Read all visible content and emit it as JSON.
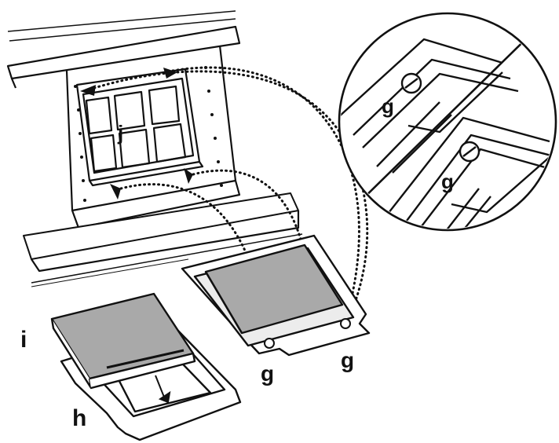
{
  "labels": {
    "filter_grid": "j",
    "clip_left": "g",
    "clip_right": "g",
    "detail_top": "g",
    "detail_bottom": "g",
    "filter_pad": "i",
    "filter_frame": "h"
  },
  "colors": {
    "line": "#111111",
    "filter_gray": "#a9a9a9",
    "background": "#ffffff"
  },
  "icons": {
    "arrow": "arrowhead-icon",
    "clip": "clip-hole-icon",
    "magnifier": "detail-circle-icon"
  }
}
